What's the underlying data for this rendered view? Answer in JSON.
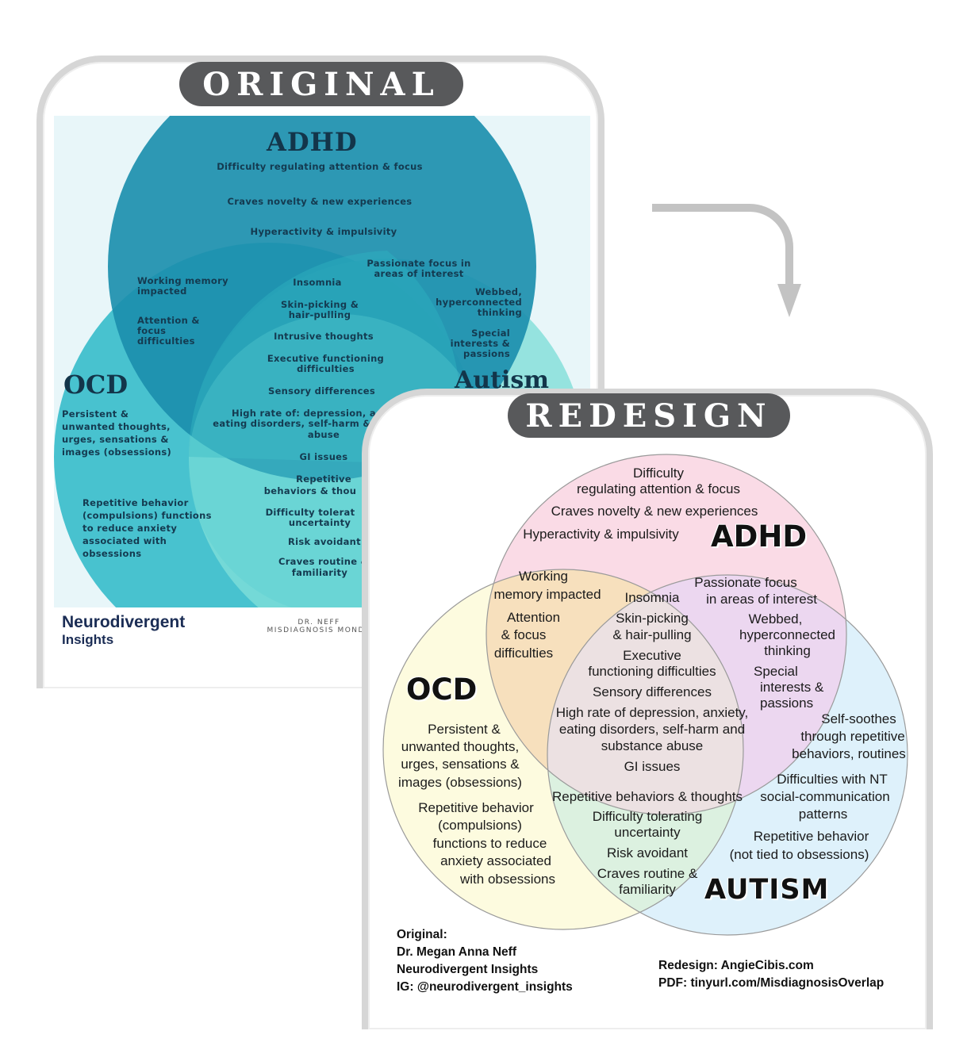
{
  "banners": {
    "original": "ORIGINAL",
    "redesign": "REDESIGN"
  },
  "original": {
    "adhd_title": "ADHD",
    "ocd_title": "OCD",
    "autism_title": "Autism",
    "adhd_items": [
      "Difficulty regulating attention & focus",
      "Craves novelty & new experiences",
      "Hyperactivity & impulsivity"
    ],
    "adhd_ocd": [
      "Working memory impacted",
      "Attention & focus difficulties"
    ],
    "adhd_autism": [
      "Passionate focus in areas of interest",
      "Webbed, hyperconnected thinking",
      "Special interests & passions"
    ],
    "center": [
      "Insomnia",
      "Skin-picking & hair-pulling",
      "Intrusive thoughts",
      "Executive functioning difficulties",
      "Sensory differences",
      "High rate of: depression, a",
      "eating disorders, self-harm &",
      "abuse",
      "GI issues"
    ],
    "ocd_autism": [
      "Repetitive",
      "behaviors & thou",
      "Difficulty tolerat",
      "uncertainty",
      "Risk avoidant",
      "Craves routine &",
      "familiarity"
    ],
    "ocd_items": [
      "Persistent & unwanted thoughts, urges, sensations & images (obsessions)",
      "Repetitive behavior (compulsions) functions to reduce anxiety associated with obsessions"
    ],
    "logo_line1": "Neurodivergent",
    "logo_line2": "Insights",
    "footer_line1": "DR. NEFF",
    "footer_line2": "MISDIAGNOSIS MONDA"
  },
  "redesign": {
    "adhd_title": "ADHD",
    "ocd_title": "OCD",
    "autism_title": "AUTISM",
    "adhd_items": [
      "Difficulty",
      "regulating attention & focus",
      "Craves novelty & new experiences",
      "Hyperactivity & impulsivity"
    ],
    "adhd_ocd": [
      "Working",
      "memory impacted",
      "Attention",
      "& focus",
      "difficulties"
    ],
    "adhd_autism": [
      "Passionate focus",
      "in areas of interest",
      "Webbed,",
      "hyperconnected",
      "thinking",
      "Special",
      "interests &",
      "passions"
    ],
    "center": [
      "Insomnia",
      "Skin-picking",
      "& hair-pulling",
      "Executive",
      "functioning difficulties",
      "Sensory differences",
      "High rate of depression, anxiety,",
      "eating disorders, self-harm and",
      "substance abuse",
      "GI issues"
    ],
    "ocd_items": [
      "Persistent &",
      "unwanted thoughts,",
      "urges, sensations &",
      "images (obsessions)",
      "Repetitive behavior",
      "(compulsions)",
      "functions to reduce",
      "anxiety associated",
      "with obsessions"
    ],
    "ocd_autism": [
      "Repetitive behaviors & thoughts",
      "Difficulty tolerating",
      "uncertainty",
      "Risk avoidant",
      "Craves routine &",
      "familiarity"
    ],
    "autism_items": [
      "Self-soothes",
      "through repetitive",
      "behaviors, routines",
      "Difficulties with NT",
      "social-communication",
      "patterns",
      "Repetitive behavior",
      "(not tied to obsessions)"
    ],
    "credits_left": [
      "Original:",
      "Dr. Megan Anna Neff",
      "Neurodivergent Insights",
      "IG: @neurodivergent_insights"
    ],
    "credits_right": [
      "Redesign: AngieCibis.com",
      "PDF: tinyurl.com/MisdiagnosisOverlap"
    ]
  },
  "colors": {
    "adhd": "#fadbe6",
    "ocd": "#fdfbdf",
    "autism": "#def1fb",
    "adhd_ocd": "#f7e0bd",
    "adhd_autism": "#ecd7f0",
    "ocd_autism": "#dcf1e0",
    "center": "#ece1e2"
  }
}
